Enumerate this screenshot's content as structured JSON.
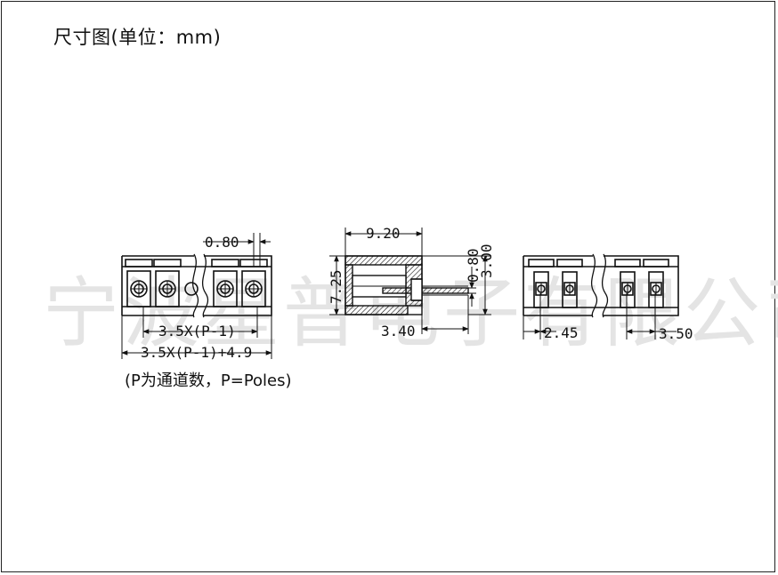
{
  "title": "尺寸图(单位：mm)",
  "watermark": "宁波星普电子有限公司",
  "note": "(P为通道数，P=Poles)",
  "dimensions": {
    "pin_width": "0.80",
    "pitch_formula": "3.5X(P-1)",
    "length_formula": "3.5X(P-1)+4.9",
    "depth": "9.20",
    "height": "7.25",
    "pin_thickness": "0.80",
    "pin_offset": "3.00",
    "pin_length": "3.40",
    "first_offset": "2.45",
    "pitch": "3.50"
  }
}
